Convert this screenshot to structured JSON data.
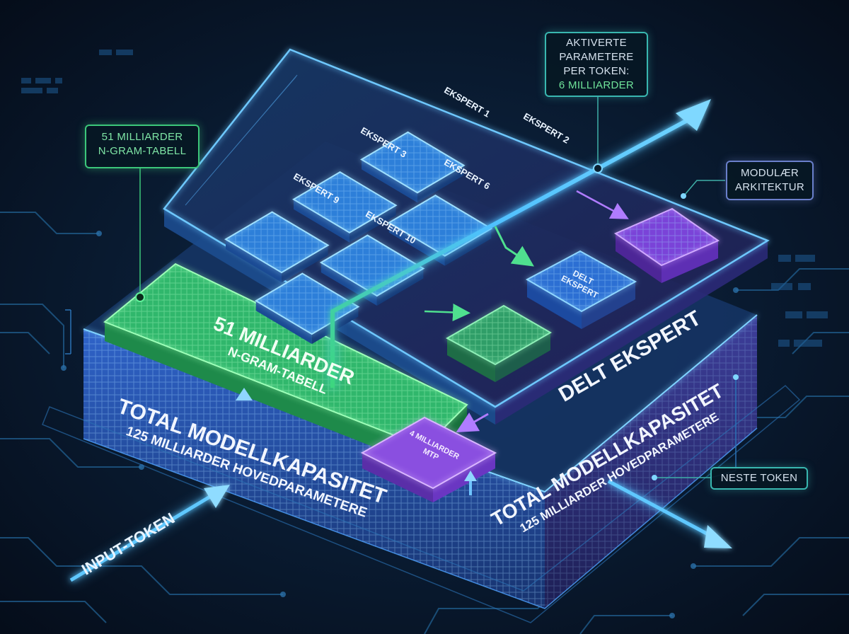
{
  "callouts": {
    "ngram": [
      "51 MILLIARDER",
      "N-GRAM-TABELL"
    ],
    "activated": [
      "AKTIVERTE",
      "PARAMETERE",
      "PER TOKEN:",
      "6 MILLIARDER"
    ],
    "modular": [
      "MODULÆR",
      "ARKITEKTUR"
    ],
    "next_token": "NESTE TOKEN"
  },
  "experts": [
    "EKSPERT 1",
    "EKSPERT 2",
    "EKSPERT 3",
    "EKSPERT 6",
    "EKSPERT 9",
    "EKSPERT 10"
  ],
  "shared_expert_box": [
    "DELT",
    "EKSPERT"
  ],
  "shared_expert_title": "DELT EKSPERT",
  "ngram_block": [
    "51 MILLIARDER",
    "N-GRAM-TABELL"
  ],
  "mtp_block": [
    "4 MILLIARDER",
    "MTP"
  ],
  "capacity": {
    "title": "TOTAL MODELLKAPASITET",
    "subtitle": "125 MILLIARDER HOVEDPARAMETERE"
  },
  "input_token": "INPUT-TOKEN",
  "colors": {
    "background": "#071426",
    "blue_glow": "#3aa6ff",
    "green": "#3cd67e",
    "violet": "#9b5cf0",
    "teal": "#39b7b0"
  }
}
